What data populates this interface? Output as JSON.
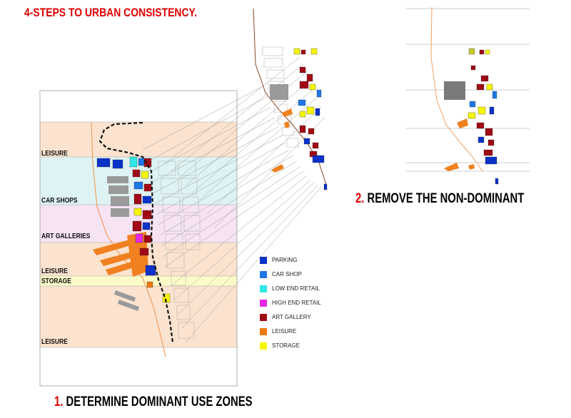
{
  "title": "4-STEPS TO URBAN CONSISTENCY.",
  "steps": [
    {
      "num": "1.",
      "text": " DETERMINE DOMINANT USE ZONES"
    },
    {
      "num": "2.",
      "text": " REMOVE  THE NON-DOMINANT"
    }
  ],
  "zones": [
    {
      "label": "LEISURE",
      "color": "#fbe3cf"
    },
    {
      "label": "CAR SHOPS",
      "color": "#def3f3"
    },
    {
      "label": "ART GALLERIES",
      "color": "#f6e3f3"
    },
    {
      "label": "LEISURE",
      "color": "#fbe3cf"
    },
    {
      "label": "STORAGE",
      "color": "#fbfbc8"
    },
    {
      "label": "LEISURE",
      "color": "#fbe3cf"
    }
  ],
  "legend": [
    {
      "label": "PARKING",
      "color": "#0a32c8"
    },
    {
      "label": "CAR SHOP",
      "color": "#1e78e6"
    },
    {
      "label": "LOW END RETAIL",
      "color": "#32e6e6"
    },
    {
      "label": "HIGH END RETAIL",
      "color": "#e628e6"
    },
    {
      "label": "ART GALLERY",
      "color": "#a00a14"
    },
    {
      "label": "LEISURE",
      "color": "#f07814"
    },
    {
      "label": "STORAGE",
      "color": "#f5f500"
    }
  ],
  "colors": {
    "accent": "#e00000",
    "building": "#9a9a9a",
    "outline": "#888888",
    "path": "#111111",
    "river_edge": "#f0a060"
  }
}
